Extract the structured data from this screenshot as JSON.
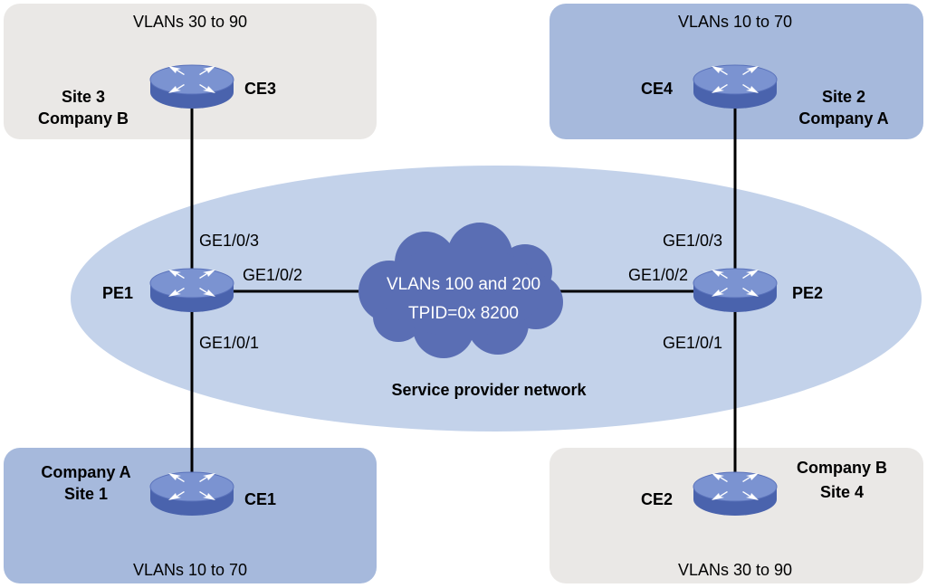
{
  "sites": {
    "site3": {
      "vlans": "VLANs 30 to 90",
      "site": "Site 3",
      "company": "Company B",
      "device": "CE3"
    },
    "site2": {
      "vlans": "VLANs  10 to 70",
      "site": "Site 2",
      "company": "Company A",
      "device": "CE4"
    },
    "site1": {
      "vlans": "VLANs 10 to 70",
      "site": "Site 1",
      "company": "Company A",
      "device": "CE1"
    },
    "site4": {
      "vlans": "VLANs  30 to 90",
      "site": "Site 4",
      "company": "Company B",
      "device": "CE2"
    }
  },
  "provider": {
    "label": "Service provider network",
    "pe1": {
      "name": "PE1",
      "port_up": "GE1/0/3",
      "port_right": "GE1/0/2",
      "port_down": "GE1/0/1"
    },
    "pe2": {
      "name": "PE2",
      "port_up": "GE1/0/3",
      "port_left": "GE1/0/2",
      "port_down": "GE1/0/1"
    },
    "cloud": {
      "line1": "VLANs 100 and 200",
      "line2": "TPID=0x 8200"
    }
  },
  "colors": {
    "company_a_area": "#a6b9dc",
    "company_b_area": "#eae8e6",
    "provider_area": "#c3d2ea",
    "cloud": "#5a6eb4",
    "device": "#6f86c6"
  }
}
